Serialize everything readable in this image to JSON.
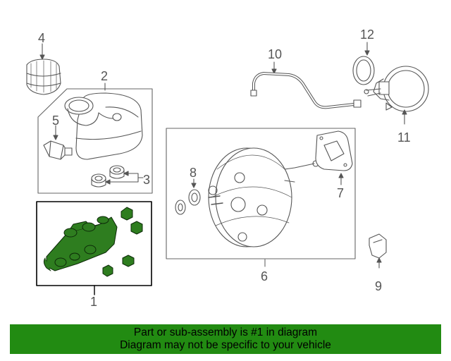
{
  "diagram": {
    "callouts": {
      "c1": "1",
      "c2": "2",
      "c3": "3",
      "c4": "4",
      "c5": "5",
      "c6": "6",
      "c7": "7",
      "c8": "8",
      "c9": "9",
      "c10": "10",
      "c11": "11",
      "c12": "12"
    },
    "highlight_color": "#2e7d1f"
  },
  "banner": {
    "line1": "Part or sub-assembly is #1 in diagram",
    "line2": "Diagram may not be specific to your vehicle",
    "background": "#228b12"
  }
}
